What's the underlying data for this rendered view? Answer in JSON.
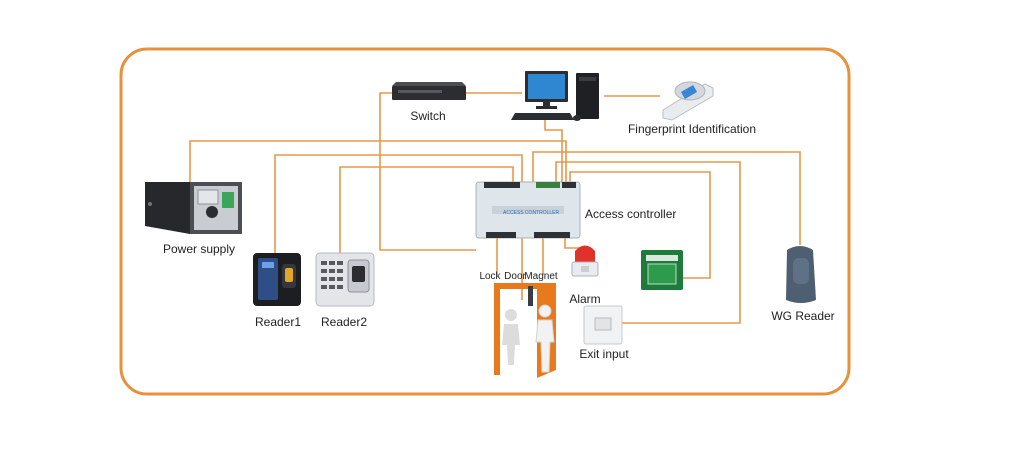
{
  "labels": {
    "switch": "Switch",
    "fingerprint": "Fingerprint Identification",
    "power_supply": "Power supply",
    "access_controller": "Access controller",
    "controller_panel": "ACCESS CONTROLLER",
    "reader1": "Reader1",
    "reader2": "Reader2",
    "lock": "Lock",
    "door": "Door",
    "magnet": "Magnet",
    "alarm": "Alarm",
    "exit_input": "Exit input",
    "wg_reader": "WG Reader"
  },
  "colors": {
    "frame": "#e8913a",
    "wire": "#e8974a",
    "device_dark": "#2b2d31",
    "controller": "#dfe6eb",
    "alarm_red": "#e0322b",
    "emergency_green": "#1e7b3c",
    "door_orange": "#e87a1d"
  },
  "icons": {
    "switch": "network-switch-icon",
    "computer": "desktop-computer-icon",
    "fingerprint": "fingerprint-scanner-icon",
    "power_supply": "power-supply-box-icon",
    "controller": "access-controller-icon",
    "reader1": "face-fingerprint-reader-icon",
    "reader2": "keypad-fingerprint-reader-icon",
    "alarm": "siren-icon",
    "exit": "exit-button-icon",
    "emergency": "emergency-break-glass-icon",
    "wg_reader": "wiegand-card-reader-icon",
    "door": "door-with-people-icon"
  }
}
